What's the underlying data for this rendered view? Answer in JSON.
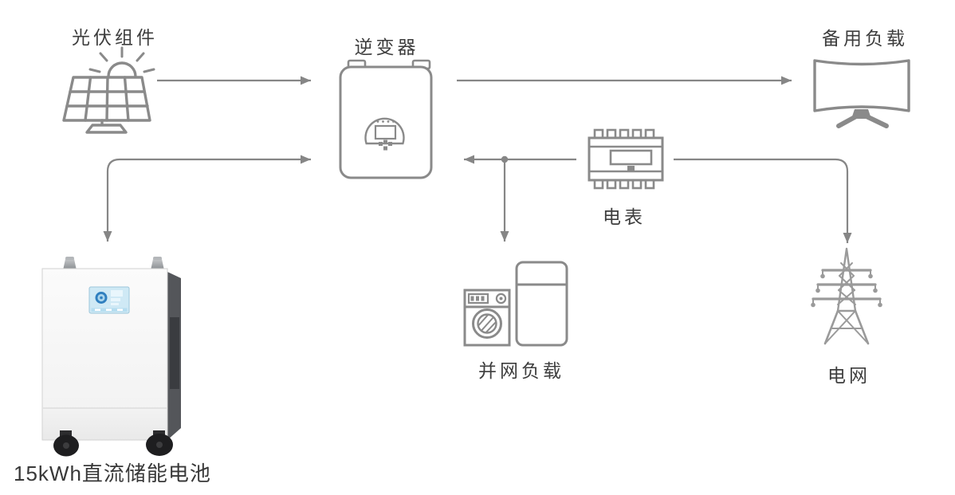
{
  "diagram": {
    "type": "energy-storage-system-schematic",
    "nodes": {
      "pv": {
        "label": "光伏组件",
        "icon": "solar-panel-icon"
      },
      "inverter": {
        "label": "逆变器",
        "icon": "inverter-icon"
      },
      "backup_load": {
        "label": "备用负载",
        "icon": "curved-tv-icon"
      },
      "meter": {
        "label": "电表",
        "icon": "energy-meter-icon"
      },
      "grid_load": {
        "label": "并网负载",
        "icon": "washer-and-fridge-icon"
      },
      "grid": {
        "label": "电网",
        "icon": "transmission-tower-icon"
      },
      "battery": {
        "label": "15kWh直流储能电池",
        "icon": "battery-cabinet-image"
      }
    },
    "connections": [
      {
        "from": "pv",
        "to": "inverter",
        "direction": "one-way"
      },
      {
        "from": "battery",
        "to": "inverter",
        "direction": "two-way"
      },
      {
        "from": "inverter",
        "to": "backup_load",
        "direction": "one-way"
      },
      {
        "from": "meter",
        "to": "inverter",
        "direction": "one-way"
      },
      {
        "from": "meter",
        "to": "grid_load",
        "direction": "one-way",
        "note": "branches down from junction dot on meter-inverter line"
      },
      {
        "from": "meter",
        "to": "grid",
        "direction": "one-way"
      }
    ],
    "colors": {
      "background": "#ffffff",
      "connector_line": "#868686",
      "icon_stroke": "#8a8a8a",
      "tower_gray": "#9a9a9a",
      "label_text": "#3d3d3d",
      "battery_screen_blue": "#cfe9f5",
      "battery_logo_blue": "#2f7fbf",
      "battery_side_dark": "#54565a",
      "wheel_black": "#1e1e20"
    }
  }
}
